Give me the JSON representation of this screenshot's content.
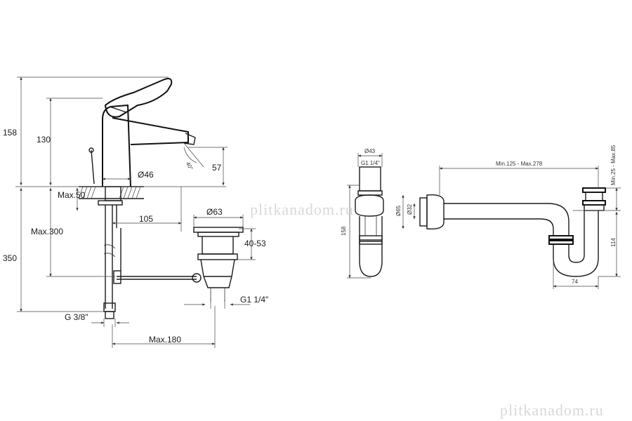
{
  "left_drawing": {
    "dimensions": {
      "total_height": "158",
      "spout_height": "130",
      "spray_angle": "40°",
      "outlet_height": "57",
      "body_diameter": "Ø46",
      "max_deck": "Max.50",
      "max_hose": "Max.300",
      "below_height": "350",
      "hose_offset": "105",
      "waste_diameter": "Ø63",
      "waste_length": "40-53",
      "waste_thread": "G1 1/4\"",
      "inlet_thread": "G 3/8\"",
      "max_reach": "Max.180"
    }
  },
  "right_drawing": {
    "dimensions": {
      "top_diameter": "Ø43",
      "thread": "G1 1/4\"",
      "height": "158",
      "outer_diameter": "Ø65",
      "pipe_diameter": "Ø32",
      "length_range": "Min.125 - Max.278",
      "vertical_range": "Min.25 - Max.85",
      "trap_height": "114",
      "trap_width": "74"
    }
  },
  "watermarks": {
    "center": "plitkanadom.ru",
    "bottom": "plitkanadom.ru"
  }
}
